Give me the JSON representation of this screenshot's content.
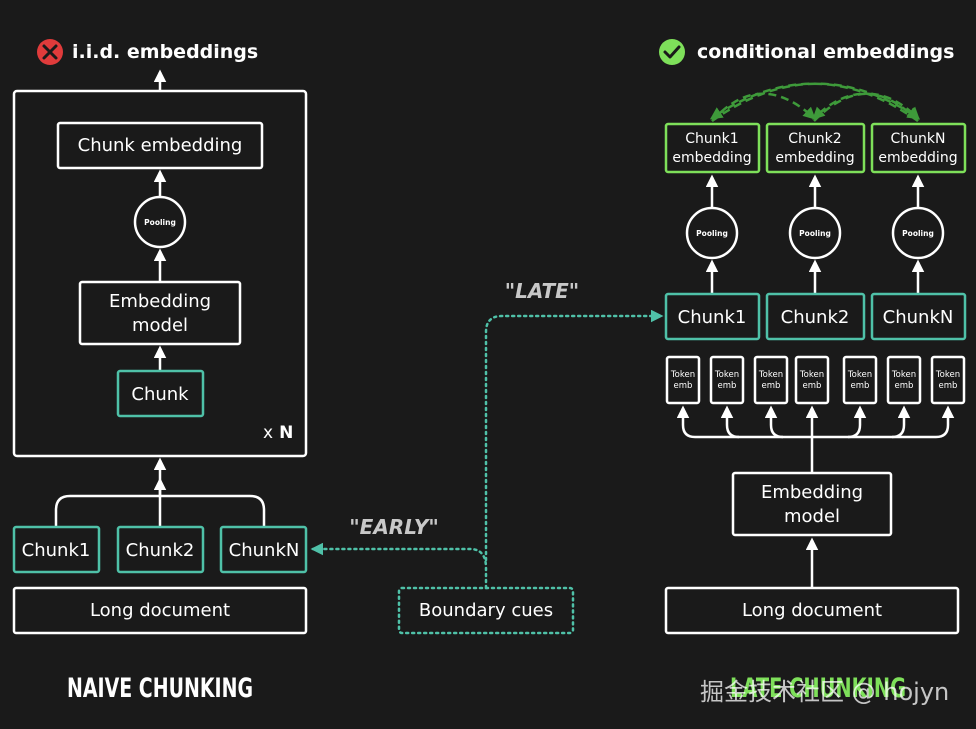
{
  "left": {
    "header": "i.i.d. embeddings",
    "header_icon": "x-circle-icon",
    "chunk_embedding": "Chunk embedding",
    "pooling": "Pooling",
    "embedding_model": [
      "Embedding",
      "model"
    ],
    "chunk": "Chunk",
    "repeat_prefix": "x",
    "repeat_n": "N",
    "chunks": [
      "Chunk1",
      "Chunk2",
      "ChunkN"
    ],
    "long_document": "Long document",
    "caption": "NAIVE CHUNKING"
  },
  "middle": {
    "early_label": "\"EARLY\"",
    "late_label": "\"LATE\"",
    "boundary_cues": "Boundary cues"
  },
  "right": {
    "header": "conditional embeddings",
    "header_icon": "check-circle-icon",
    "chunk_embeddings": [
      [
        "Chunk1",
        "embedding"
      ],
      [
        "Chunk2",
        "embedding"
      ],
      [
        "ChunkN",
        "embedding"
      ]
    ],
    "pooling": "Pooling",
    "chunks": [
      "Chunk1",
      "Chunk2",
      "ChunkN"
    ],
    "token_emb": [
      "Token",
      "emb"
    ],
    "embedding_model": [
      "Embedding",
      "model"
    ],
    "long_document": "Long document",
    "caption": "LATE CHUNKING"
  },
  "watermark": "掘金技术社区 @ hojyn",
  "colors": {
    "background": "#1a1a1a",
    "teal": "#4fc1a8",
    "green": "#7ee05a",
    "dashed_green": "#3e9a3a",
    "red": "#e03b3b"
  }
}
